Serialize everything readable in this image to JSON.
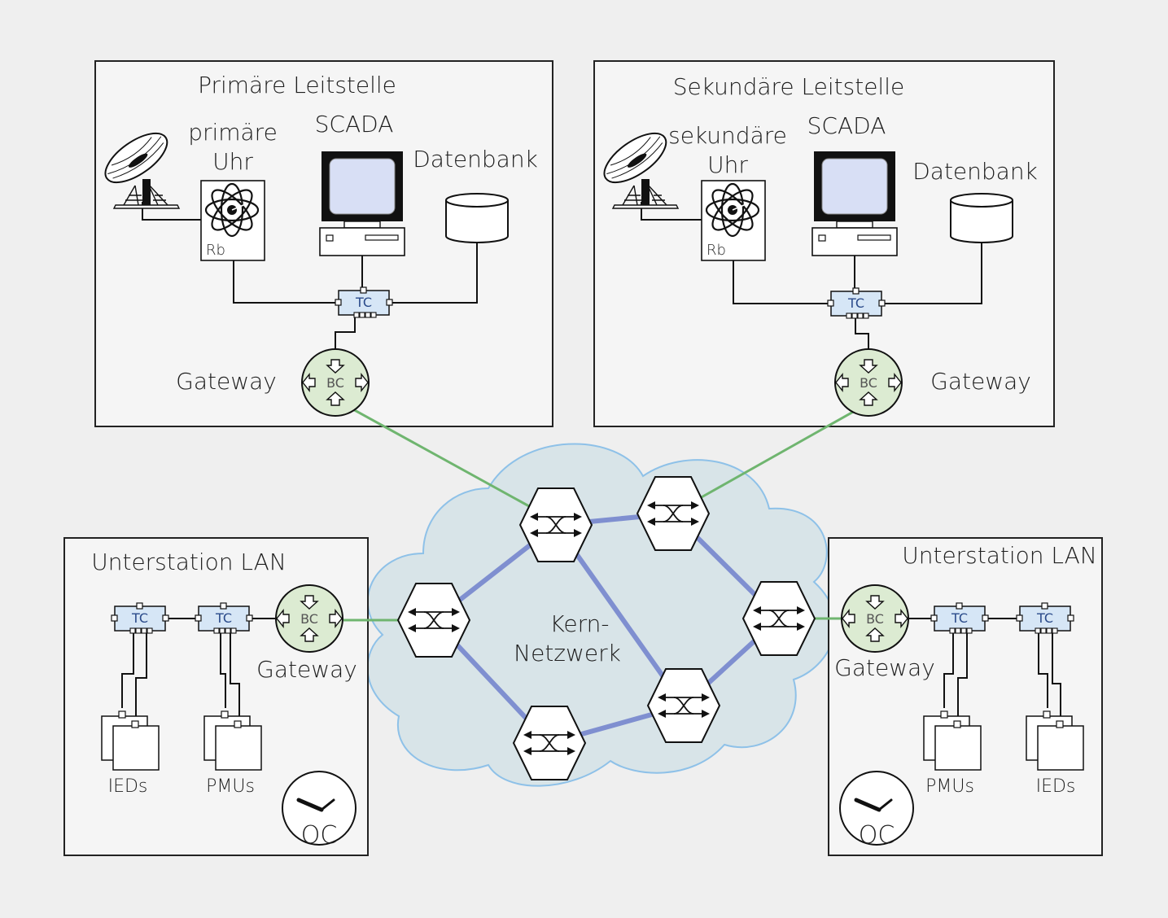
{
  "primary_center": {
    "title": "Primäre Leitstelle",
    "clock_label_line1": "primäre",
    "clock_label_line2": "Uhr",
    "clock_tag": "Rb",
    "scada_label": "SCADA",
    "db_label": "Datenbank",
    "tc_label": "TC",
    "gateway_label": "Gateway",
    "bc_label": "BC"
  },
  "secondary_center": {
    "title": "Sekundäre Leitstelle",
    "clock_label_line1": "sekundäre",
    "clock_label_line2": "Uhr",
    "clock_tag": "Rb",
    "scada_label": "SCADA",
    "db_label": "Datenbank",
    "tc_label": "TC",
    "gateway_label": "Gateway",
    "bc_label": "BC"
  },
  "substation_left": {
    "title": "Unterstation LAN",
    "tc1_label": "TC",
    "tc2_label": "TC",
    "bc_label": "BC",
    "gateway_label": "Gateway",
    "devices1_label": "IEDs",
    "devices2_label": "PMUs",
    "oc_label": "OC"
  },
  "substation_right": {
    "title": "Unterstation LAN",
    "tc1_label": "TC",
    "tc2_label": "TC",
    "bc_label": "BC",
    "gateway_label": "Gateway",
    "devices1_label": "PMUs",
    "devices2_label": "IEDs",
    "oc_label": "OC"
  },
  "core_network": {
    "label_line1": "Kern-",
    "label_line2": "Netzwerk"
  },
  "colors": {
    "cloud_fill": "#d8e4e8",
    "cloud_stroke": "#8ec1e8",
    "core_link": "#7f8fd0",
    "gateway_link": "#6fb56f",
    "tc_fill": "#d6e6f6",
    "bc_fill": "#dcebd2",
    "screen_fill": "#d8dff5"
  }
}
